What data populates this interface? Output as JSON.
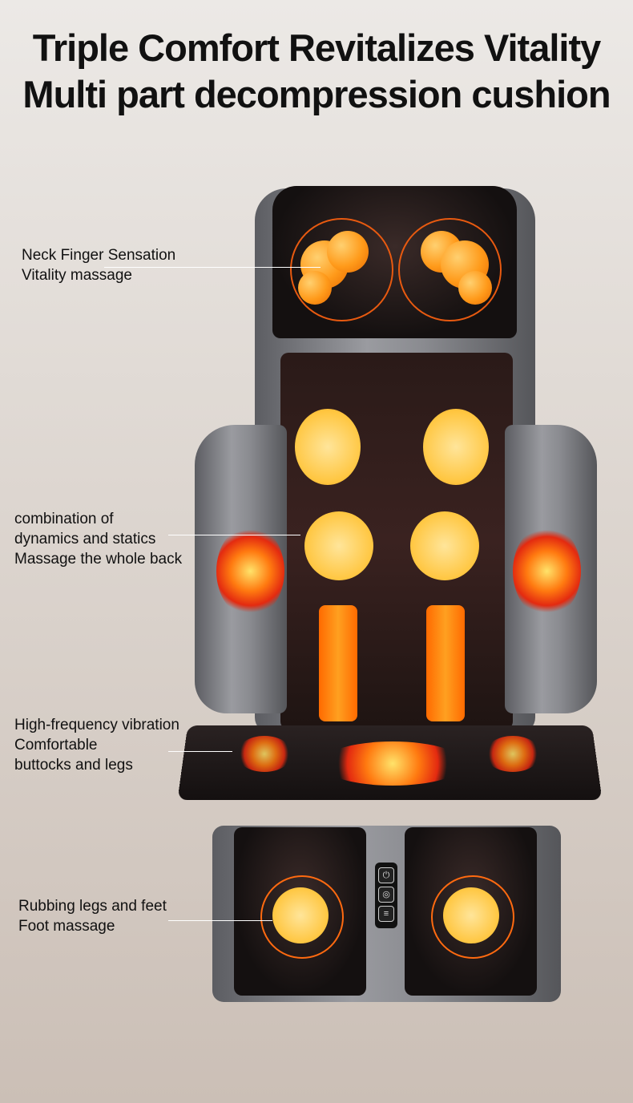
{
  "header": {
    "title_line1": "Triple Comfort Revitalizes Vitality",
    "title_line2": "Multi part decompression cushion"
  },
  "features": [
    {
      "line1": "Neck Finger Sensation",
      "line2": "Vitality massage"
    },
    {
      "line1": "combination of",
      "line2": "dynamics and statics",
      "line3": "Massage the whole back"
    },
    {
      "line1": "High-frequency vibration",
      "line2": "Comfortable",
      "line3": "buttocks and legs"
    },
    {
      "line1": "Rubbing legs and feet",
      "line2": "Foot massage"
    }
  ],
  "control_panel": {
    "icons": [
      "power-icon",
      "mode-icon",
      "menu-icon",
      "heat-icon"
    ]
  },
  "colors": {
    "accent": "#ff8a10",
    "glow": "#e32a10",
    "chair": "#1a1414",
    "shell": "#8a8b90"
  }
}
